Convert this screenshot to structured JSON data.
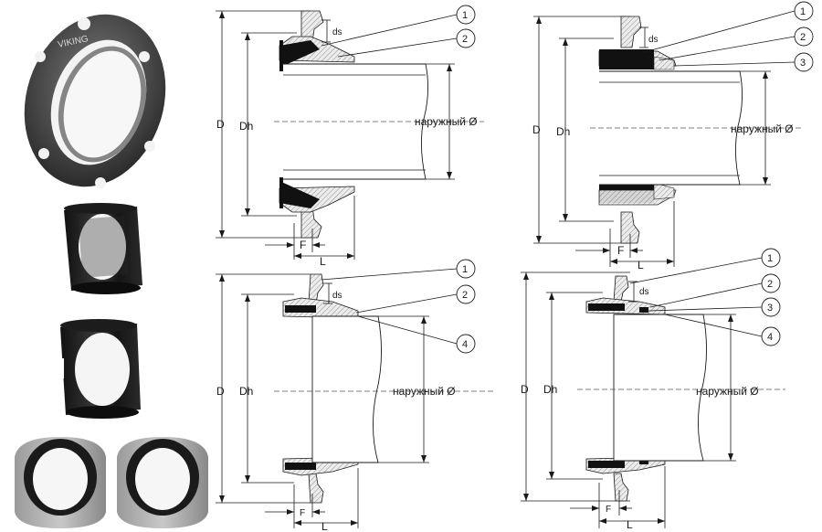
{
  "labels": {
    "D": "D",
    "Dh": "Dh",
    "ds": "ds",
    "F": "F",
    "L": "L",
    "outer_diameter": "наружный Ø"
  },
  "callouts": {
    "n1": "1",
    "n2": "2",
    "n3": "3",
    "n4": "4"
  },
  "logo_text": "VIKING",
  "colors": {
    "rubber": "#111111",
    "metal_light": "#e6e6e6",
    "cast_iron": "#4a4a4a",
    "line": "#1a1a1a"
  }
}
